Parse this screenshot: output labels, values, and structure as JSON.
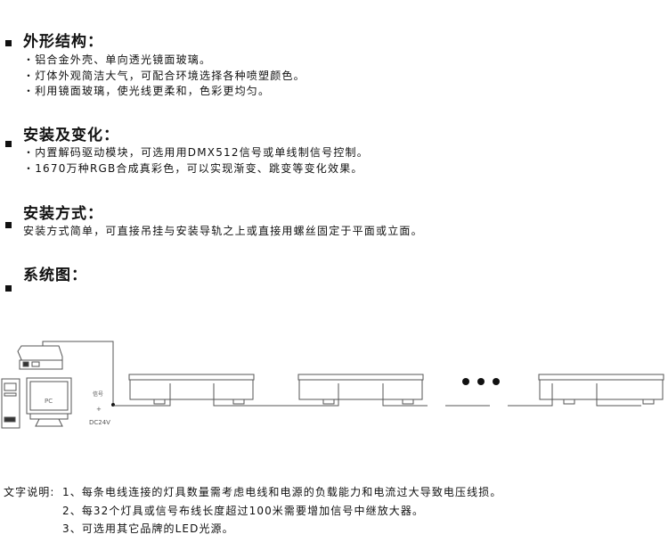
{
  "sections": [
    {
      "title": "外形结构：",
      "lines": [
        "・铝合金外壳、单向透光镜面玻璃。",
        "・灯体外观简洁大气，可配合环境选择各种喷塑颜色。",
        "・利用镜面玻璃，使光线更柔和，色彩更均匀。"
      ]
    },
    {
      "title": "安装及变化：",
      "lines": [
        "・内置解码驱动模块，可选用用DMX512信号或单线制信号控制。",
        "・1670万种RGB合成真彩色，可以实现渐变、跳变等变化效果。"
      ]
    },
    {
      "title": "安装方式：",
      "lines": [
        "安装方式简单，可直接吊挂与安装导轨之上或直接用螺丝固定于平面或立面。"
      ]
    },
    {
      "title": "系统图：",
      "lines": []
    }
  ],
  "diagram": {
    "pc_label": "PC",
    "signal_label": "信号",
    "plus": "+",
    "power_label": "DC24V"
  },
  "notes": {
    "prefix": "文字说明:",
    "items": [
      "1、每条电线连接的灯具数量需考虑电线和电源的负载能力和电流过大导致电压线损。",
      "2、每32个灯具或信号布线长度超过100米需要增加信号中继放大器。",
      "3、可选用其它品牌的LED光源。"
    ]
  }
}
